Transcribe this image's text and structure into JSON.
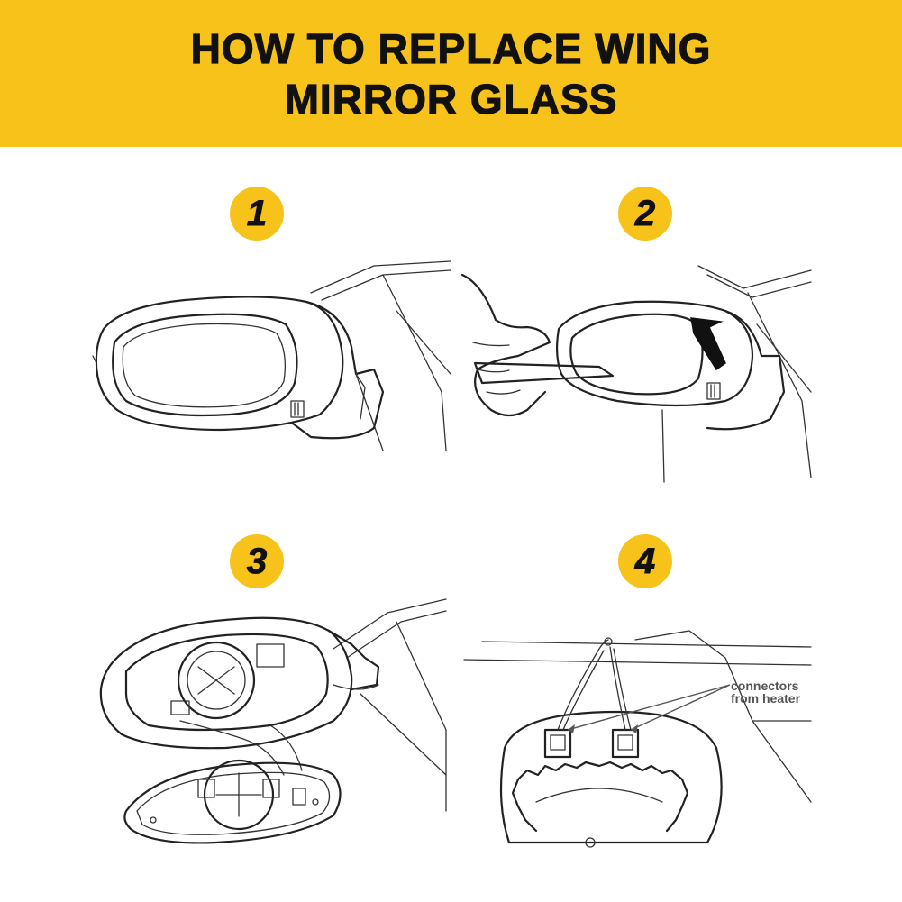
{
  "header": {
    "title_line1": "HOW TO REPLACE WING",
    "title_line2": "MIRROR GLASS",
    "background": "#F7C21A",
    "text_color": "#111111"
  },
  "steps": [
    {
      "number": "1"
    },
    {
      "number": "2"
    },
    {
      "number": "3"
    },
    {
      "number": "4",
      "annotation_line1": "connectors",
      "annotation_line2": "from heater"
    }
  ],
  "badge_color": "#F7C21A"
}
